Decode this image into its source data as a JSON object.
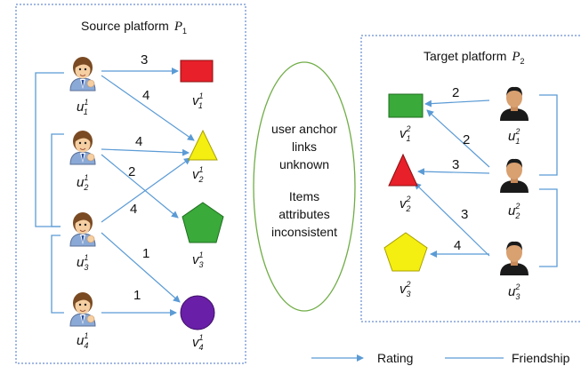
{
  "source_platform": {
    "title": "Source platform",
    "symbol": "P",
    "sub": "1"
  },
  "target_platform": {
    "title": "Target platform",
    "symbol": "P",
    "sub": "2"
  },
  "center_note": {
    "lines_1": [
      "user anchor",
      "links",
      "unknown"
    ],
    "lines_2": [
      "Items",
      "attributes",
      "inconsistent"
    ]
  },
  "source_users": [
    {
      "base": "u",
      "sup": "1",
      "sub": "1"
    },
    {
      "base": "u",
      "sup": "1",
      "sub": "2"
    },
    {
      "base": "u",
      "sup": "1",
      "sub": "3"
    },
    {
      "base": "u",
      "sup": "1",
      "sub": "4"
    }
  ],
  "source_items": [
    {
      "base": "v",
      "sup": "1",
      "sub": "1",
      "shape": "rectangle",
      "color": "#e8202a"
    },
    {
      "base": "v",
      "sup": "1",
      "sub": "2",
      "shape": "triangle",
      "color": "#f4ef10"
    },
    {
      "base": "v",
      "sup": "1",
      "sub": "3",
      "shape": "pentagon",
      "color": "#3aaa3a"
    },
    {
      "base": "v",
      "sup": "1",
      "sub": "4",
      "shape": "circle",
      "color": "#6a1fa8"
    }
  ],
  "source_ratings": [
    "3",
    "4",
    "4",
    "2",
    "4",
    "1",
    "1"
  ],
  "target_users": [
    {
      "base": "u",
      "sup": "2",
      "sub": "1"
    },
    {
      "base": "u",
      "sup": "2",
      "sub": "2"
    },
    {
      "base": "u",
      "sup": "2",
      "sub": "3"
    }
  ],
  "target_items": [
    {
      "base": "v",
      "sup": "2",
      "sub": "1",
      "shape": "rectangle",
      "color": "#3aaa3a"
    },
    {
      "base": "v",
      "sup": "2",
      "sub": "2",
      "shape": "triangle",
      "color": "#e8202a"
    },
    {
      "base": "v",
      "sup": "2",
      "sub": "3",
      "shape": "pentagon",
      "color": "#f4ef10"
    }
  ],
  "target_ratings": [
    "2",
    "2",
    "3",
    "3",
    "4"
  ],
  "legend": {
    "rating": "Rating",
    "friendship": "Friendship"
  },
  "colors": {
    "edge": "#5b9bd5",
    "frame": "#4472c4",
    "oval": "#70ad47"
  }
}
